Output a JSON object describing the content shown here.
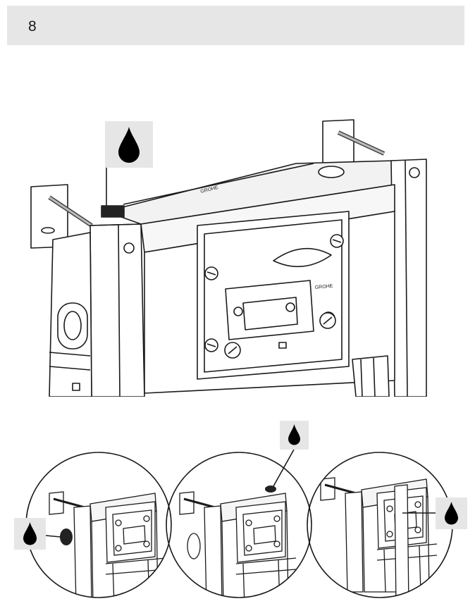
{
  "step": {
    "number": "8"
  },
  "icons": {
    "main_callout": "water-drop-icon",
    "detail_callouts": [
      "water-drop-icon",
      "water-drop-icon",
      "water-drop-icon"
    ]
  },
  "illustration": {
    "brand_marks": [
      "GROHE",
      "GROHE"
    ],
    "detail_circles": [
      "left-side-inlet",
      "top-inlet",
      "right-side-inlet"
    ]
  },
  "colors": {
    "header_bg": "#e6e6e6",
    "ink": "#1a1a1a",
    "drop": "#000000"
  }
}
